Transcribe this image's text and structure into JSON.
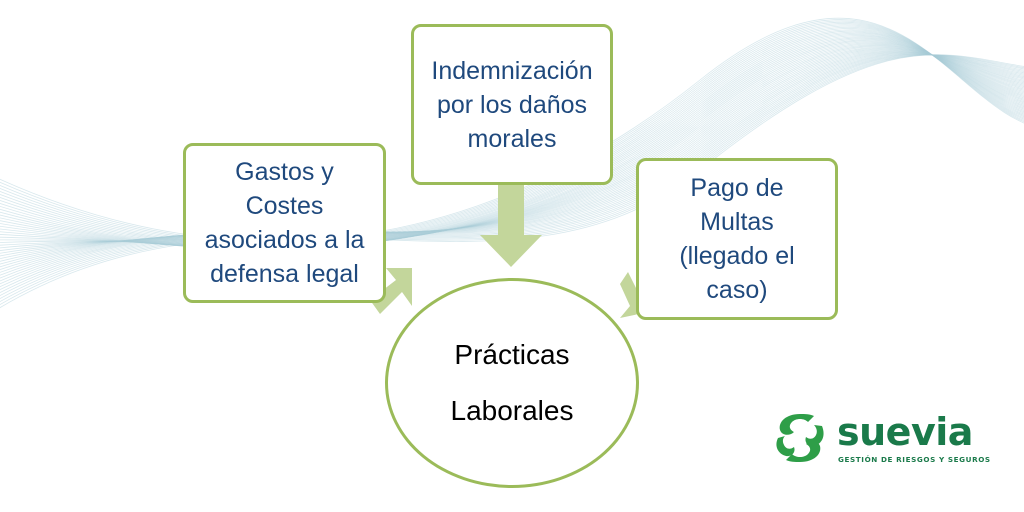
{
  "diagram": {
    "center_label": "Prácticas\nLaborales",
    "nodes": [
      {
        "id": "gastos",
        "label": "Gastos y\nCostes\nasociados a la\ndefensa legal"
      },
      {
        "id": "indemnizacion",
        "label": "Indemnización\npor los daños\nmorales"
      },
      {
        "id": "multas",
        "label": "Pago de\nMultas\n(llegado el\ncaso)"
      }
    ]
  },
  "brand": {
    "name": "suevia",
    "tagline": "GESTIÓN DE RIESGOS Y SEGUROS",
    "logo_icon": "green-swirl-s-icon",
    "primary_color": "#1a7a4a",
    "accent_color": "#9bbb59"
  },
  "colors": {
    "node_border": "#9bbb59",
    "node_text": "#1f497d",
    "arrow_fill": "#c3d69b",
    "background_waves": "#a9cbd8"
  }
}
